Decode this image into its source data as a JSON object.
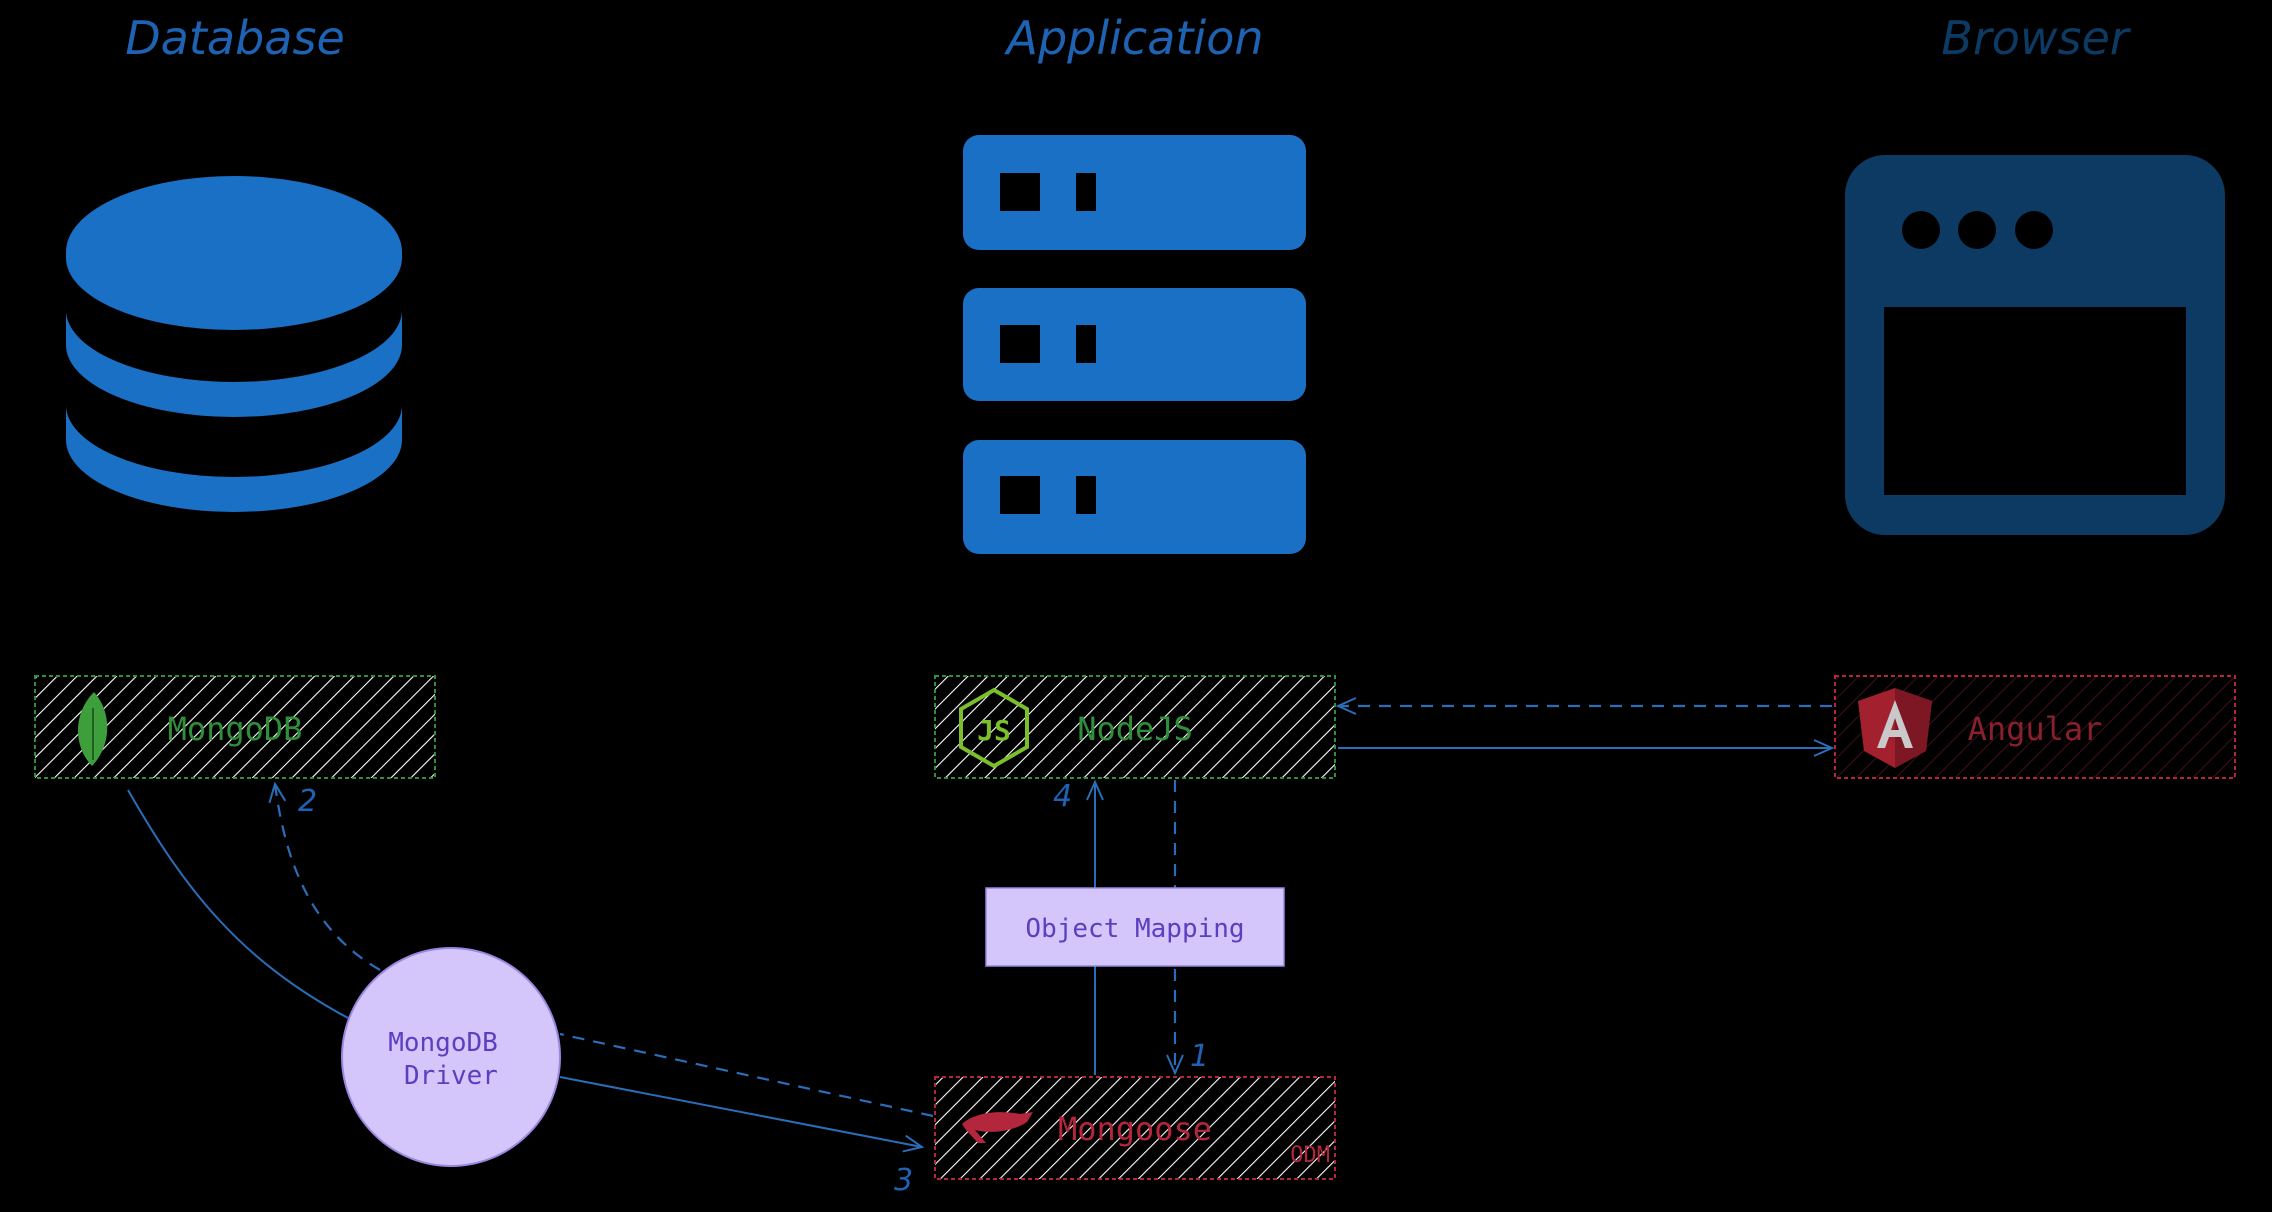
{
  "columns": {
    "database": "Database",
    "application": "Application",
    "browser": "Browser"
  },
  "boxes": {
    "mongodb": "MongoDB",
    "nodejs": "NodeJS",
    "angular": "Angular",
    "mongoose": "Mongoose",
    "odm": "ODM",
    "object_mapping": "Object Mapping"
  },
  "driver": {
    "line1": "MongoDB",
    "line2": "Driver"
  },
  "steps": {
    "one": "1",
    "two": "2",
    "three": "3",
    "four": "4"
  },
  "icons": {
    "database": "database-icon",
    "server": "server-stack-icon",
    "browser": "browser-window-icon",
    "mongodb_logo": "mongodb-leaf-icon",
    "nodejs_logo": "nodejs-hexagon-icon",
    "angular_logo": "angular-shield-icon",
    "mongoose_logo": "mongoose-logo-icon"
  },
  "colors": {
    "background": "#000000",
    "title_blue": "#1e63b3",
    "icon_blue": "#1a70c5",
    "browser_blue": "#0d3a63",
    "green": "#2f8f3a",
    "red": "#b3263b",
    "lavender": "#d4c5fb",
    "violet_text": "#5b3fbf",
    "arrow_blue": "#2a6db8"
  }
}
